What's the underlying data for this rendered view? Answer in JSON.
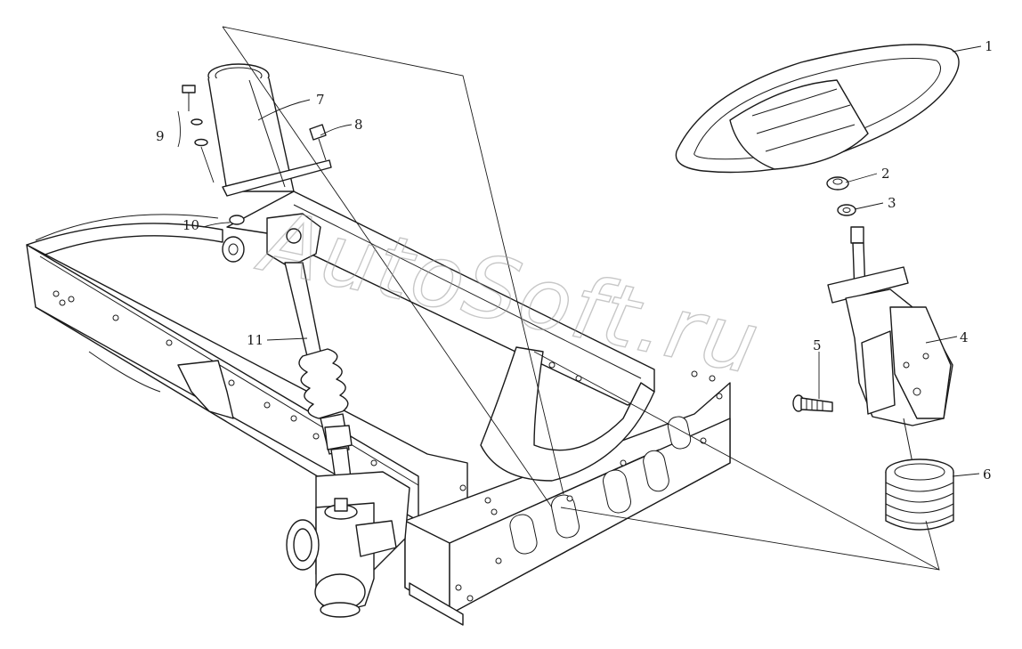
{
  "watermark": "AutoSoft.ru",
  "callouts": {
    "c1": "1",
    "c2": "2",
    "c3": "3",
    "c4": "4",
    "c5": "5",
    "c6": "6",
    "c7": "7",
    "c8": "8",
    "c9": "9",
    "c10": "10",
    "c11": "11"
  }
}
